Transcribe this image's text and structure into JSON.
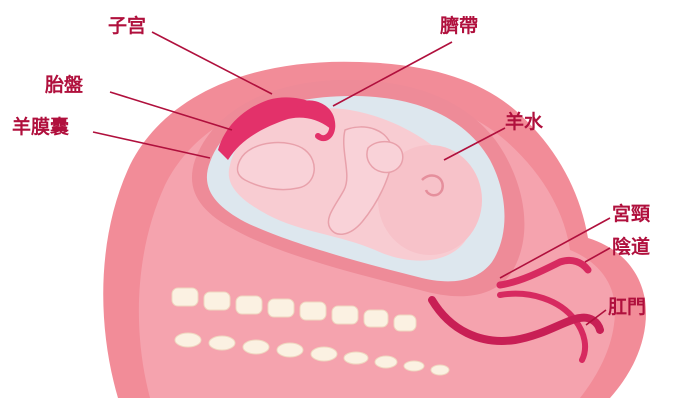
{
  "labels": {
    "uterus": "子宫",
    "umbilical_cord": "臍帶",
    "placenta": "胎盤",
    "amniotic_sac": "羊膜囊",
    "amniotic_fluid": "羊水",
    "cervix": "宮頸",
    "vagina": "陰道",
    "anus": "肛門"
  },
  "colors": {
    "label_text": "#b0103d",
    "body_outer": "#f28c98",
    "body_inner": "#f7a9b4",
    "uterus_wall": "#ee8b98",
    "fluid": "#dde7ee",
    "fetus": "#f8ccd2",
    "placenta": "#e3316a",
    "spine": "#fbf1e2"
  }
}
